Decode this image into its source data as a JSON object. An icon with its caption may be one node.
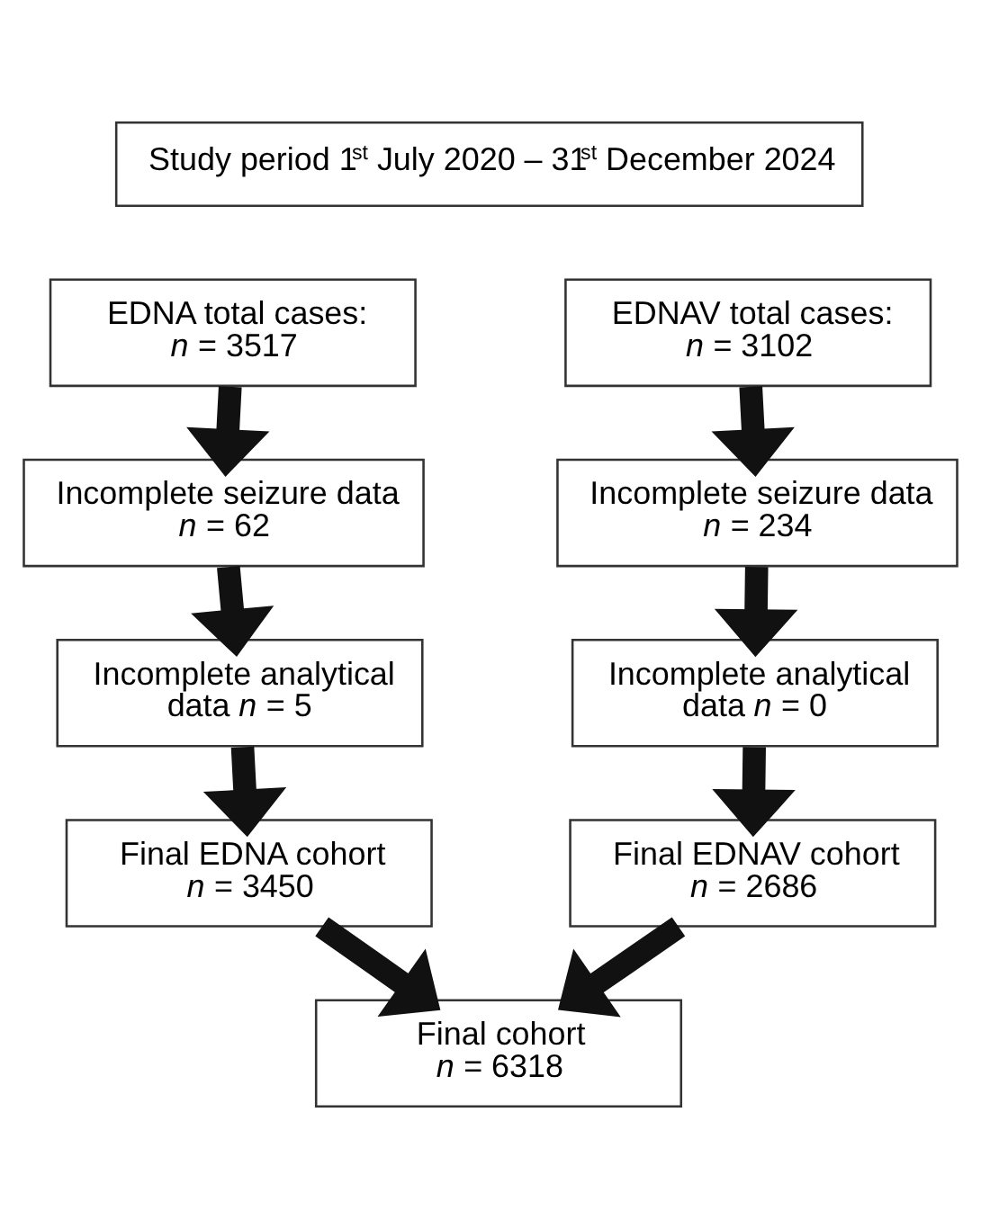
{
  "diagram": {
    "nodes": [
      {
        "text": [
          "Study period 1$^{st}$ July 2020 – 31$^{st}$ December 2024"
        ]
      },
      {
        "text": [
          "EDNA total cases: *n* = 3517"
        ]
      },
      {
        "text": [
          "EDNAV total cases: *n* = 3102"
        ]
      },
      {
        "text": [
          "Incomplete seizure data *n* = 62"
        ]
      },
      {
        "text": [
          "Incomplete seizure data *n* = 234"
        ]
      },
      {
        "text": [
          "Incomplete analytical data *n* = 5"
        ]
      },
      {
        "text": [
          "Incomplete analytical data *n* = 0"
        ]
      },
      {
        "text": [
          "Final EDNA cohort *n* = 3450"
        ]
      },
      {
        "text": [
          "Final EDNAV cohort *n* = 2686"
        ]
      },
      {
        "text": [
          "Final cohort *n* = 6318"
        ]
      }
    ],
    "edges": [
      {
        "from": 1,
        "to": 3,
        "arrow": "to"
      },
      {
        "from": 3,
        "to": 5,
        "arrow": "to"
      },
      {
        "from": 5,
        "to": 7,
        "arrow": "to"
      },
      {
        "from": 2,
        "to": 4,
        "arrow": "to"
      },
      {
        "from": 4,
        "to": 6,
        "arrow": "to"
      },
      {
        "from": 6,
        "to": 8,
        "arrow": "to"
      },
      {
        "from": 7,
        "to": 9,
        "arrow": "to"
      },
      {
        "from": 8,
        "to": 9,
        "arrow": "to"
      }
    ]
  }
}
